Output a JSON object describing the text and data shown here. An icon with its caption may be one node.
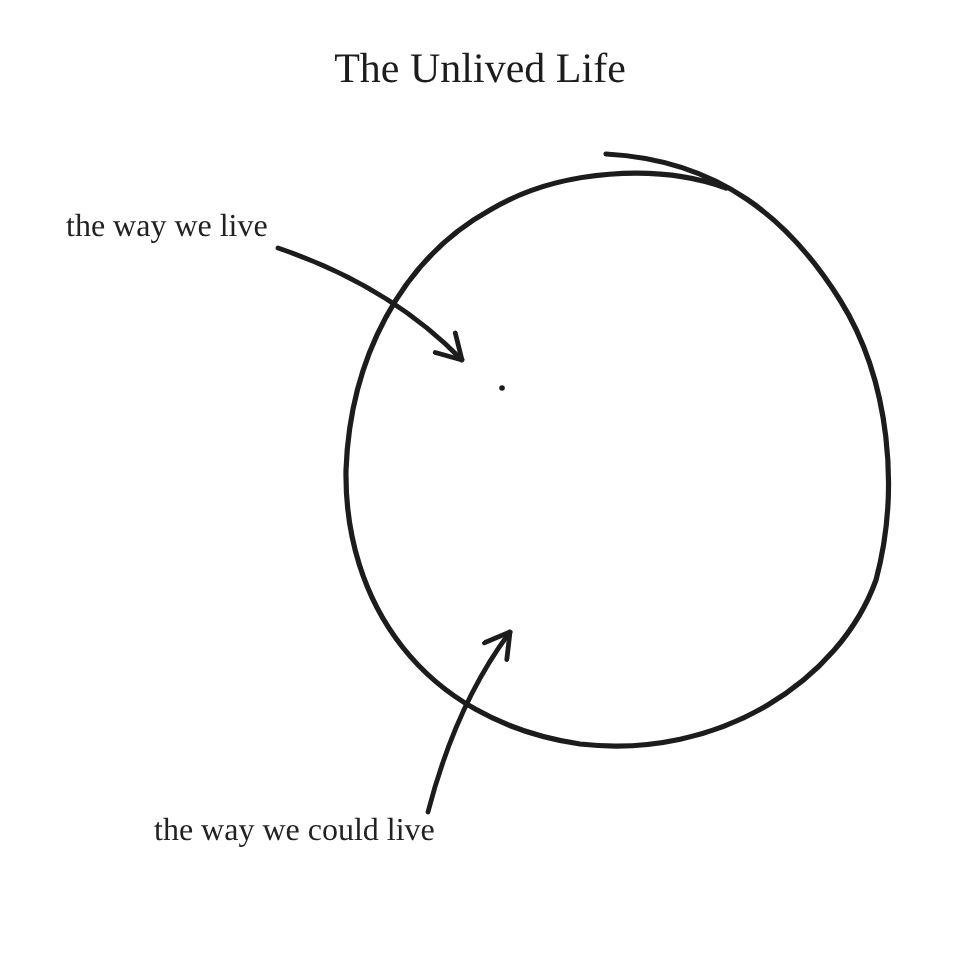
{
  "diagram": {
    "title": "The Unlived Life",
    "nodes": [
      {
        "text": [
          "the way we live"
        ]
      },
      {
        "text": [],
        "shape": "circle"
      },
      {
        "text": [],
        "shape": "circle",
        "in": 1
      },
      {
        "text": [
          "the way we could live"
        ]
      }
    ],
    "edges": [
      {
        "from": 0,
        "to": 2,
        "arrow": "to"
      },
      {
        "from": 3,
        "to": 1,
        "arrow": "to"
      }
    ]
  }
}
